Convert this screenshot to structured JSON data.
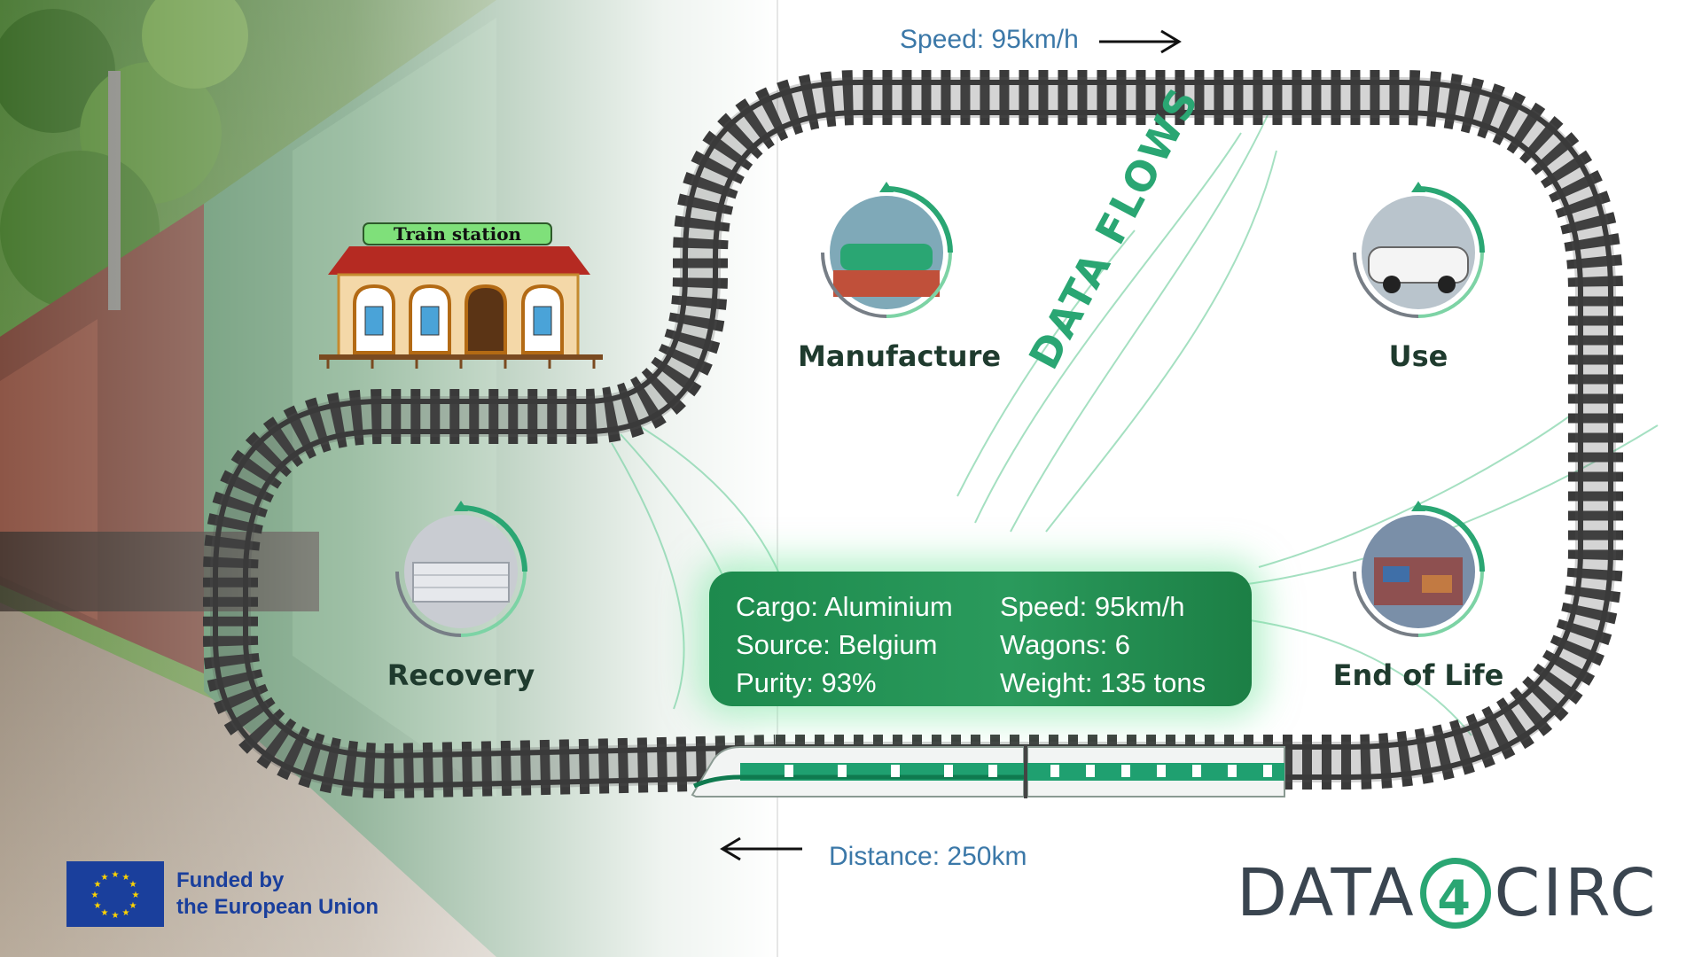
{
  "header": {
    "speed_label": "Speed: 95km/h"
  },
  "footer": {
    "distance_label": "Distance: 250km",
    "eu_line1": "Funded by",
    "eu_line2": "the European Union",
    "logo_left": "DATA",
    "logo_mid": "4",
    "logo_right": "CIRC"
  },
  "station": {
    "sign": "Train station"
  },
  "stages": {
    "manufacture": "Manufacture",
    "use": "Use",
    "end_of_life": "End of Life",
    "recovery": "Recovery"
  },
  "data_flows_label": "DATA FLOWS",
  "cargo": {
    "cargo": "Cargo: Aluminium",
    "source": "Source: Belgium",
    "purity": "Purity: 93%",
    "speed": "Speed: 95km/h",
    "wagons": "Wagons: 6",
    "weight": "Weight: 135 tons"
  },
  "colors": {
    "accent": "#2aa673",
    "track": "#3a3a3a",
    "text_blue": "#3b78a8",
    "panel": "#1d8a4d",
    "eu_blue": "#1a3f9c"
  }
}
